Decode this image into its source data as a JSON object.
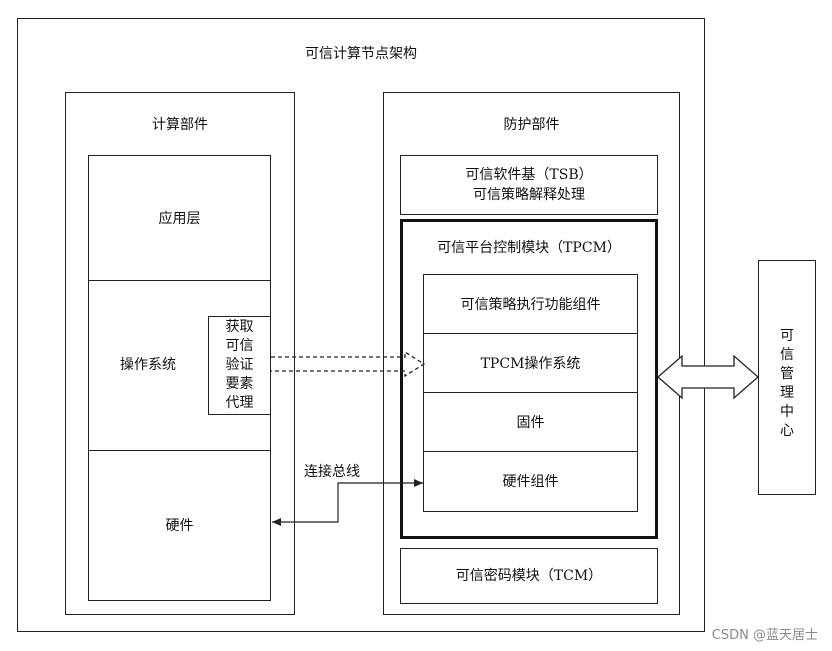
{
  "node": {
    "title": "可信计算节点架构"
  },
  "compute": {
    "title": "计算部件",
    "app_layer": "应用层",
    "os": "操作系统",
    "agent": [
      "获取",
      "可信",
      "验证",
      "要素",
      "代理"
    ],
    "hardware": "硬件"
  },
  "protect": {
    "title": "防护部件",
    "tsb_line1": "可信软件基（TSB）",
    "tsb_line2": "可信策略解释处理",
    "tpcm": {
      "title": "可信平台控制模块（TPCM）",
      "exec": "可信策略执行功能组件",
      "os": "TPCM操作系统",
      "firmware": "固件",
      "hardware": "硬件组件"
    },
    "tcm": "可信密码模块（TCM）"
  },
  "bus_label": "连接总线",
  "mgmt_center": [
    "可",
    "信",
    "管",
    "理",
    "中",
    "心"
  ],
  "watermark": "CSDN @蓝天居士"
}
